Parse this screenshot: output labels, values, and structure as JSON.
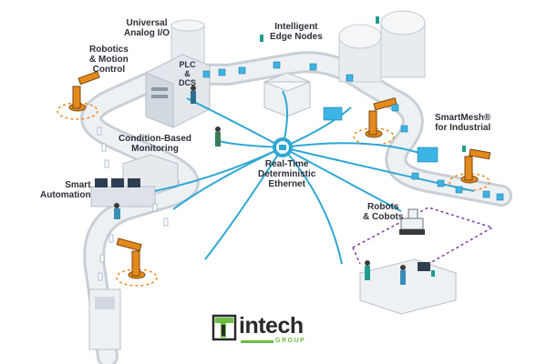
{
  "labels": {
    "universal_io": [
      "Universal",
      "Analog I/O"
    ],
    "edge_nodes": [
      "Intelligent",
      "Edge Nodes"
    ],
    "robotics": [
      "Robotics",
      "& Motion",
      "Control"
    ],
    "plc_dcs": [
      "PLC",
      "&",
      "DCS"
    ],
    "condition_monitoring": [
      "Condition-Based",
      "Monitoring"
    ],
    "smartmesh": [
      "SmartMesh®",
      "for Industrial"
    ],
    "hub": [
      "Real-Time",
      "Deterministic",
      "Ethernet"
    ],
    "smart_automation": [
      "Smart",
      "Automation"
    ],
    "robots_cobots": [
      "Robots",
      "& Cobots"
    ]
  },
  "logo": {
    "word": "intech",
    "tagline": "GROUP",
    "colors": {
      "green": "#6cbd45",
      "dark": "#2a2a2a"
    }
  },
  "colors": {
    "network": "#2ea7d4",
    "conveyor": "#dfe3e8",
    "box": "#3cb4e5",
    "robot": "#e48a1c",
    "dashed_orange": "#f08a24",
    "dashed_purple": "#7a3fa0",
    "machine": "#e6e9ee"
  }
}
